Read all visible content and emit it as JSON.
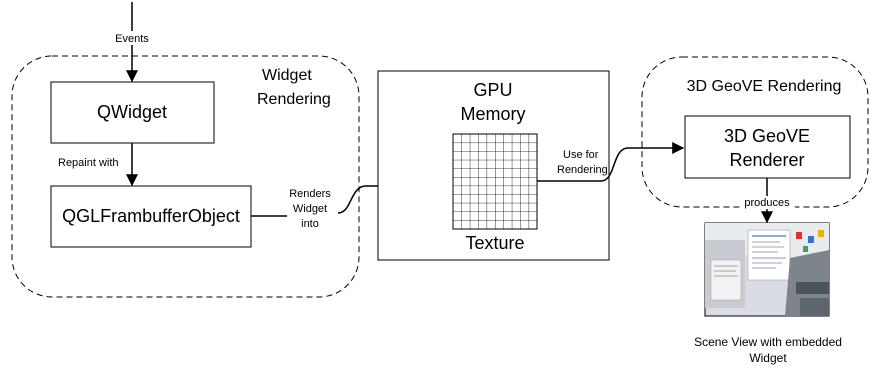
{
  "input_label": "Events",
  "widget_group": {
    "title_line1": "Widget",
    "title_line2": "Rendering",
    "qwidget_label": "QWidget",
    "repaint_label": "Repaint with",
    "fbo_label": "QGLFrambufferObject",
    "renders_line1": "Renders",
    "renders_line2": "Widget",
    "renders_line3": "into"
  },
  "gpu": {
    "title_line1": "GPU",
    "title_line2": "Memory",
    "texture_label": "Texture",
    "use_line1": "Use for",
    "use_line2": "Rendering"
  },
  "geove_group": {
    "title": "3D GeoVE Rendering",
    "renderer_line1": "3D GeoVE",
    "renderer_line2": "Renderer",
    "produces_label": "produces"
  },
  "scene": {
    "caption_line1": "Scene View with embedded",
    "caption_line2": "Widget"
  }
}
